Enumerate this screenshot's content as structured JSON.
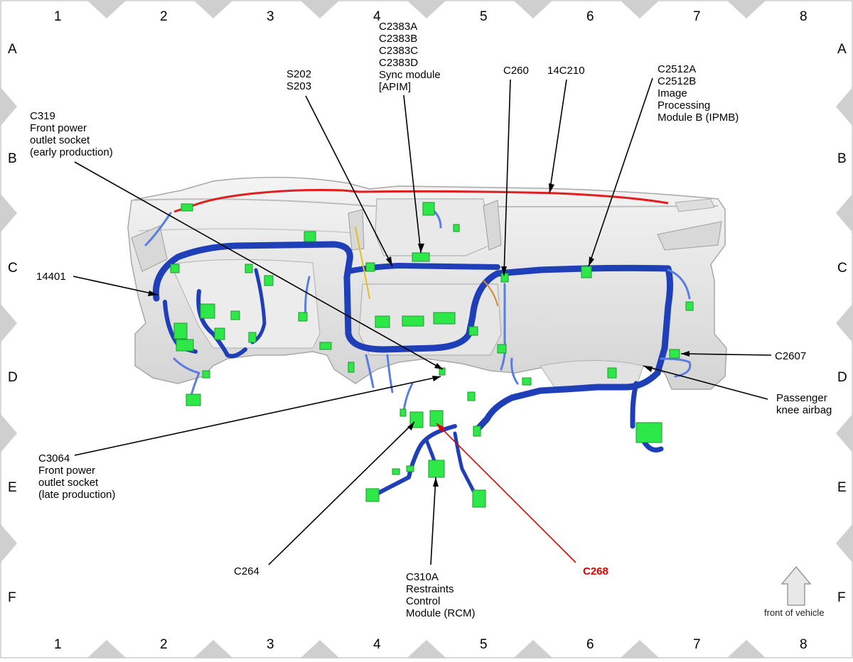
{
  "grid": {
    "columns": [
      "1",
      "2",
      "3",
      "4",
      "5",
      "6",
      "7",
      "8"
    ],
    "rows": [
      "A",
      "B",
      "C",
      "D",
      "E",
      "F"
    ]
  },
  "callouts": {
    "c2383": [
      "C2383A",
      "C2383B",
      "C2383C",
      "C2383D",
      "Sync module",
      "[APIM]"
    ],
    "s202": [
      "S202",
      "S203"
    ],
    "c260": [
      "C260"
    ],
    "c14c210": [
      "14C210"
    ],
    "c2512": [
      "C2512A",
      "C2512B",
      "Image",
      "Processing",
      "Module B (IPMB)"
    ],
    "c319": [
      "C319",
      "Front power",
      "outlet socket",
      "(early production)"
    ],
    "c14401": [
      "14401"
    ],
    "c2607": [
      "C2607"
    ],
    "knee": [
      "Passenger",
      "knee airbag"
    ],
    "c3064": [
      "C3064",
      "Front power",
      "outlet socket",
      "(late production)"
    ],
    "c264": [
      "C264"
    ],
    "c310a": [
      "C310A",
      "Restraints",
      "Control",
      "Module (RCM)"
    ],
    "c268": [
      "C268"
    ]
  },
  "front_arrow_label": "front of vehicle",
  "colors": {
    "harness": "#1f3fb8",
    "harness_light": "#5a7de0",
    "connector": "#2ee84a",
    "red_circuit": "#e02020",
    "callout_red": "#e00000",
    "frame": "#cfcfcf"
  }
}
